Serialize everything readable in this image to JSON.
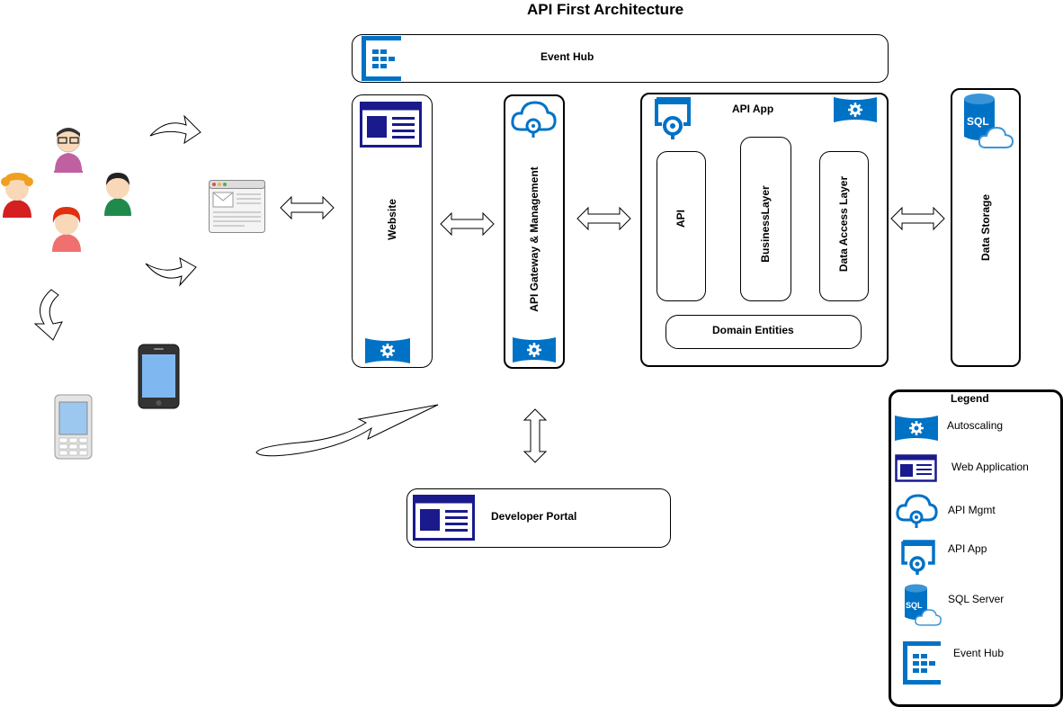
{
  "title": "API First Architecture",
  "nodes": {
    "event_hub": "Event Hub",
    "website": "Website",
    "api_gateway": "API Gateway & Management",
    "api_app": "API App",
    "api": "API",
    "business_layer": "BusinessLayer",
    "data_access_layer": "Data Access Layer",
    "domain_entities": "Domain Entities",
    "data_storage": "Data Storage",
    "developer_portal": "Developer Portal"
  },
  "legend": {
    "title": "Legend",
    "items": [
      {
        "label": "Autoscaling",
        "icon": "autoscaling-icon"
      },
      {
        "label": "Web Application",
        "icon": "web-application-icon"
      },
      {
        "label": "API Mgmt",
        "icon": "api-mgmt-icon"
      },
      {
        "label": "API App",
        "icon": "api-app-icon"
      },
      {
        "label": "SQL Server",
        "icon": "sql-server-icon"
      },
      {
        "label": "Event Hub",
        "icon": "event-hub-icon"
      }
    ]
  },
  "sql_text": "SQL",
  "colors": {
    "azure_blue": "#0072c6",
    "navy": "#1a1a8c"
  }
}
